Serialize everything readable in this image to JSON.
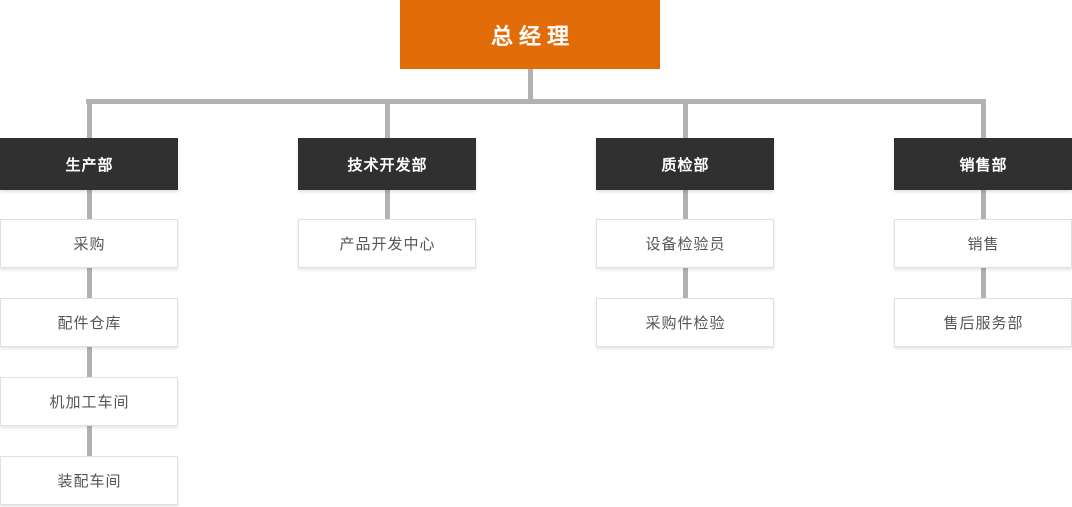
{
  "colors": {
    "root_bg": "#E26C07",
    "root_text": "#FFFFFF",
    "dept_bg": "#303030",
    "dept_text": "#FFFFFF",
    "leaf_bg": "#FFFFFF",
    "leaf_border": "#E0E0E0",
    "leaf_text": "#555555",
    "connector": "#B2B2B2"
  },
  "org_chart": {
    "root": {
      "label": "总经理"
    },
    "branches": [
      {
        "label": "生产部",
        "children": [
          "采购",
          "配件仓库",
          "机加工车间",
          "装配车间"
        ]
      },
      {
        "label": "技术开发部",
        "children": [
          "产品开发中心"
        ]
      },
      {
        "label": "质检部",
        "children": [
          "设备检验员",
          "采购件检验"
        ]
      },
      {
        "label": "销售部",
        "children": [
          "销售",
          "售后服务部"
        ]
      }
    ]
  }
}
